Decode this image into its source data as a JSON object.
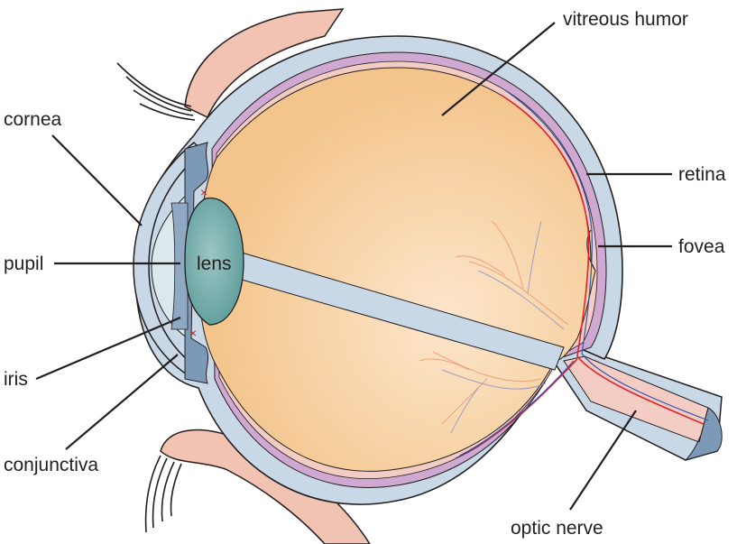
{
  "diagram": {
    "subject": "Anatomy of the human eye (sagittal cross-section)",
    "labels": {
      "cornea": "cornea",
      "pupil": "pupil",
      "iris": "iris",
      "conjunctiva": "conjunctiva",
      "lens": "lens",
      "vitreous_humor": "vitreous humor",
      "retina": "retina",
      "fovea": "fovea",
      "optic_nerve": "optic nerve"
    },
    "colors": {
      "sclera": "#c9d8e6",
      "vitreous": "#f5c98f",
      "vitreous_highlight": "#fbe2c4",
      "choroid": "#cfa9d2",
      "retina_layer": "#f3cdc3",
      "lens": "#6fa9a8",
      "iris": "#7d99b8",
      "eyelid": "#f2c3b3",
      "artery": "#e0242b",
      "vein": "#3a4fb0",
      "leader_line": "#231f20"
    }
  }
}
